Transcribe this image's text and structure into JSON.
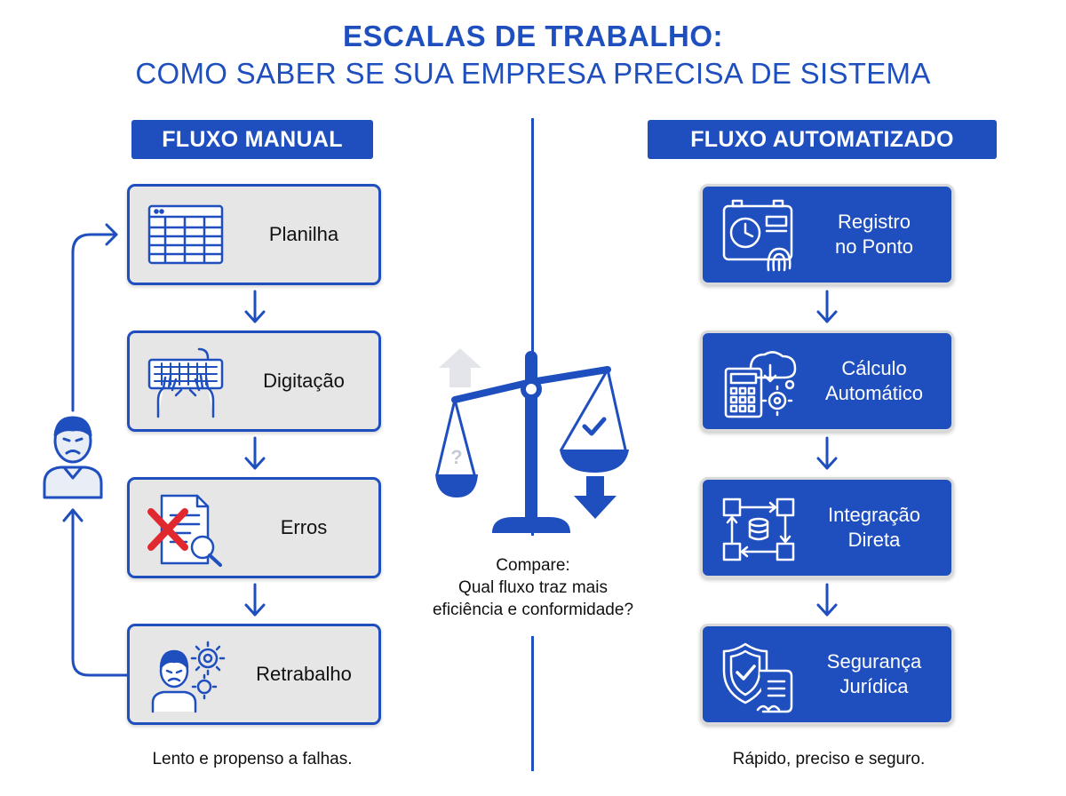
{
  "title": {
    "line1": "ESCALAS DE TRABALHO:",
    "line2": "COMO SABER SE SUA EMPRESA PRECISA DE SISTEMA"
  },
  "manual": {
    "heading": "FLUXO MANUAL",
    "steps": [
      {
        "label": "Planilha",
        "icon": "spreadsheet-icon"
      },
      {
        "label": "Digitação",
        "icon": "keyboard-typing-icon"
      },
      {
        "label": "Erros",
        "icon": "error-document-icon"
      },
      {
        "label": "Retrabalho",
        "icon": "frustrated-worker-gears-icon"
      }
    ],
    "caption": "Lento e propenso a falhas."
  },
  "automated": {
    "heading": "FLUXO AUTOMATIZADO",
    "steps": [
      {
        "label": "Registro\nno Ponto",
        "icon": "time-clock-fingerprint-icon"
      },
      {
        "label": "Cálculo\nAutomático",
        "icon": "calculator-cloud-icon"
      },
      {
        "label": "Integração\nDireta",
        "icon": "data-integration-icon"
      },
      {
        "label": "Segurança\nJurídica",
        "icon": "shield-document-icon"
      }
    ],
    "caption": "Rápido, preciso e seguro."
  },
  "center": {
    "icon": "balance-scale-icon",
    "compare_lines": [
      "Compare:",
      "Qual fluxo traz mais",
      "eficiência e conformidade?"
    ]
  },
  "colors": {
    "brand_blue": "#1f4fbf",
    "manual_box": "#e6e6e6",
    "error_red": "#e0282e"
  }
}
